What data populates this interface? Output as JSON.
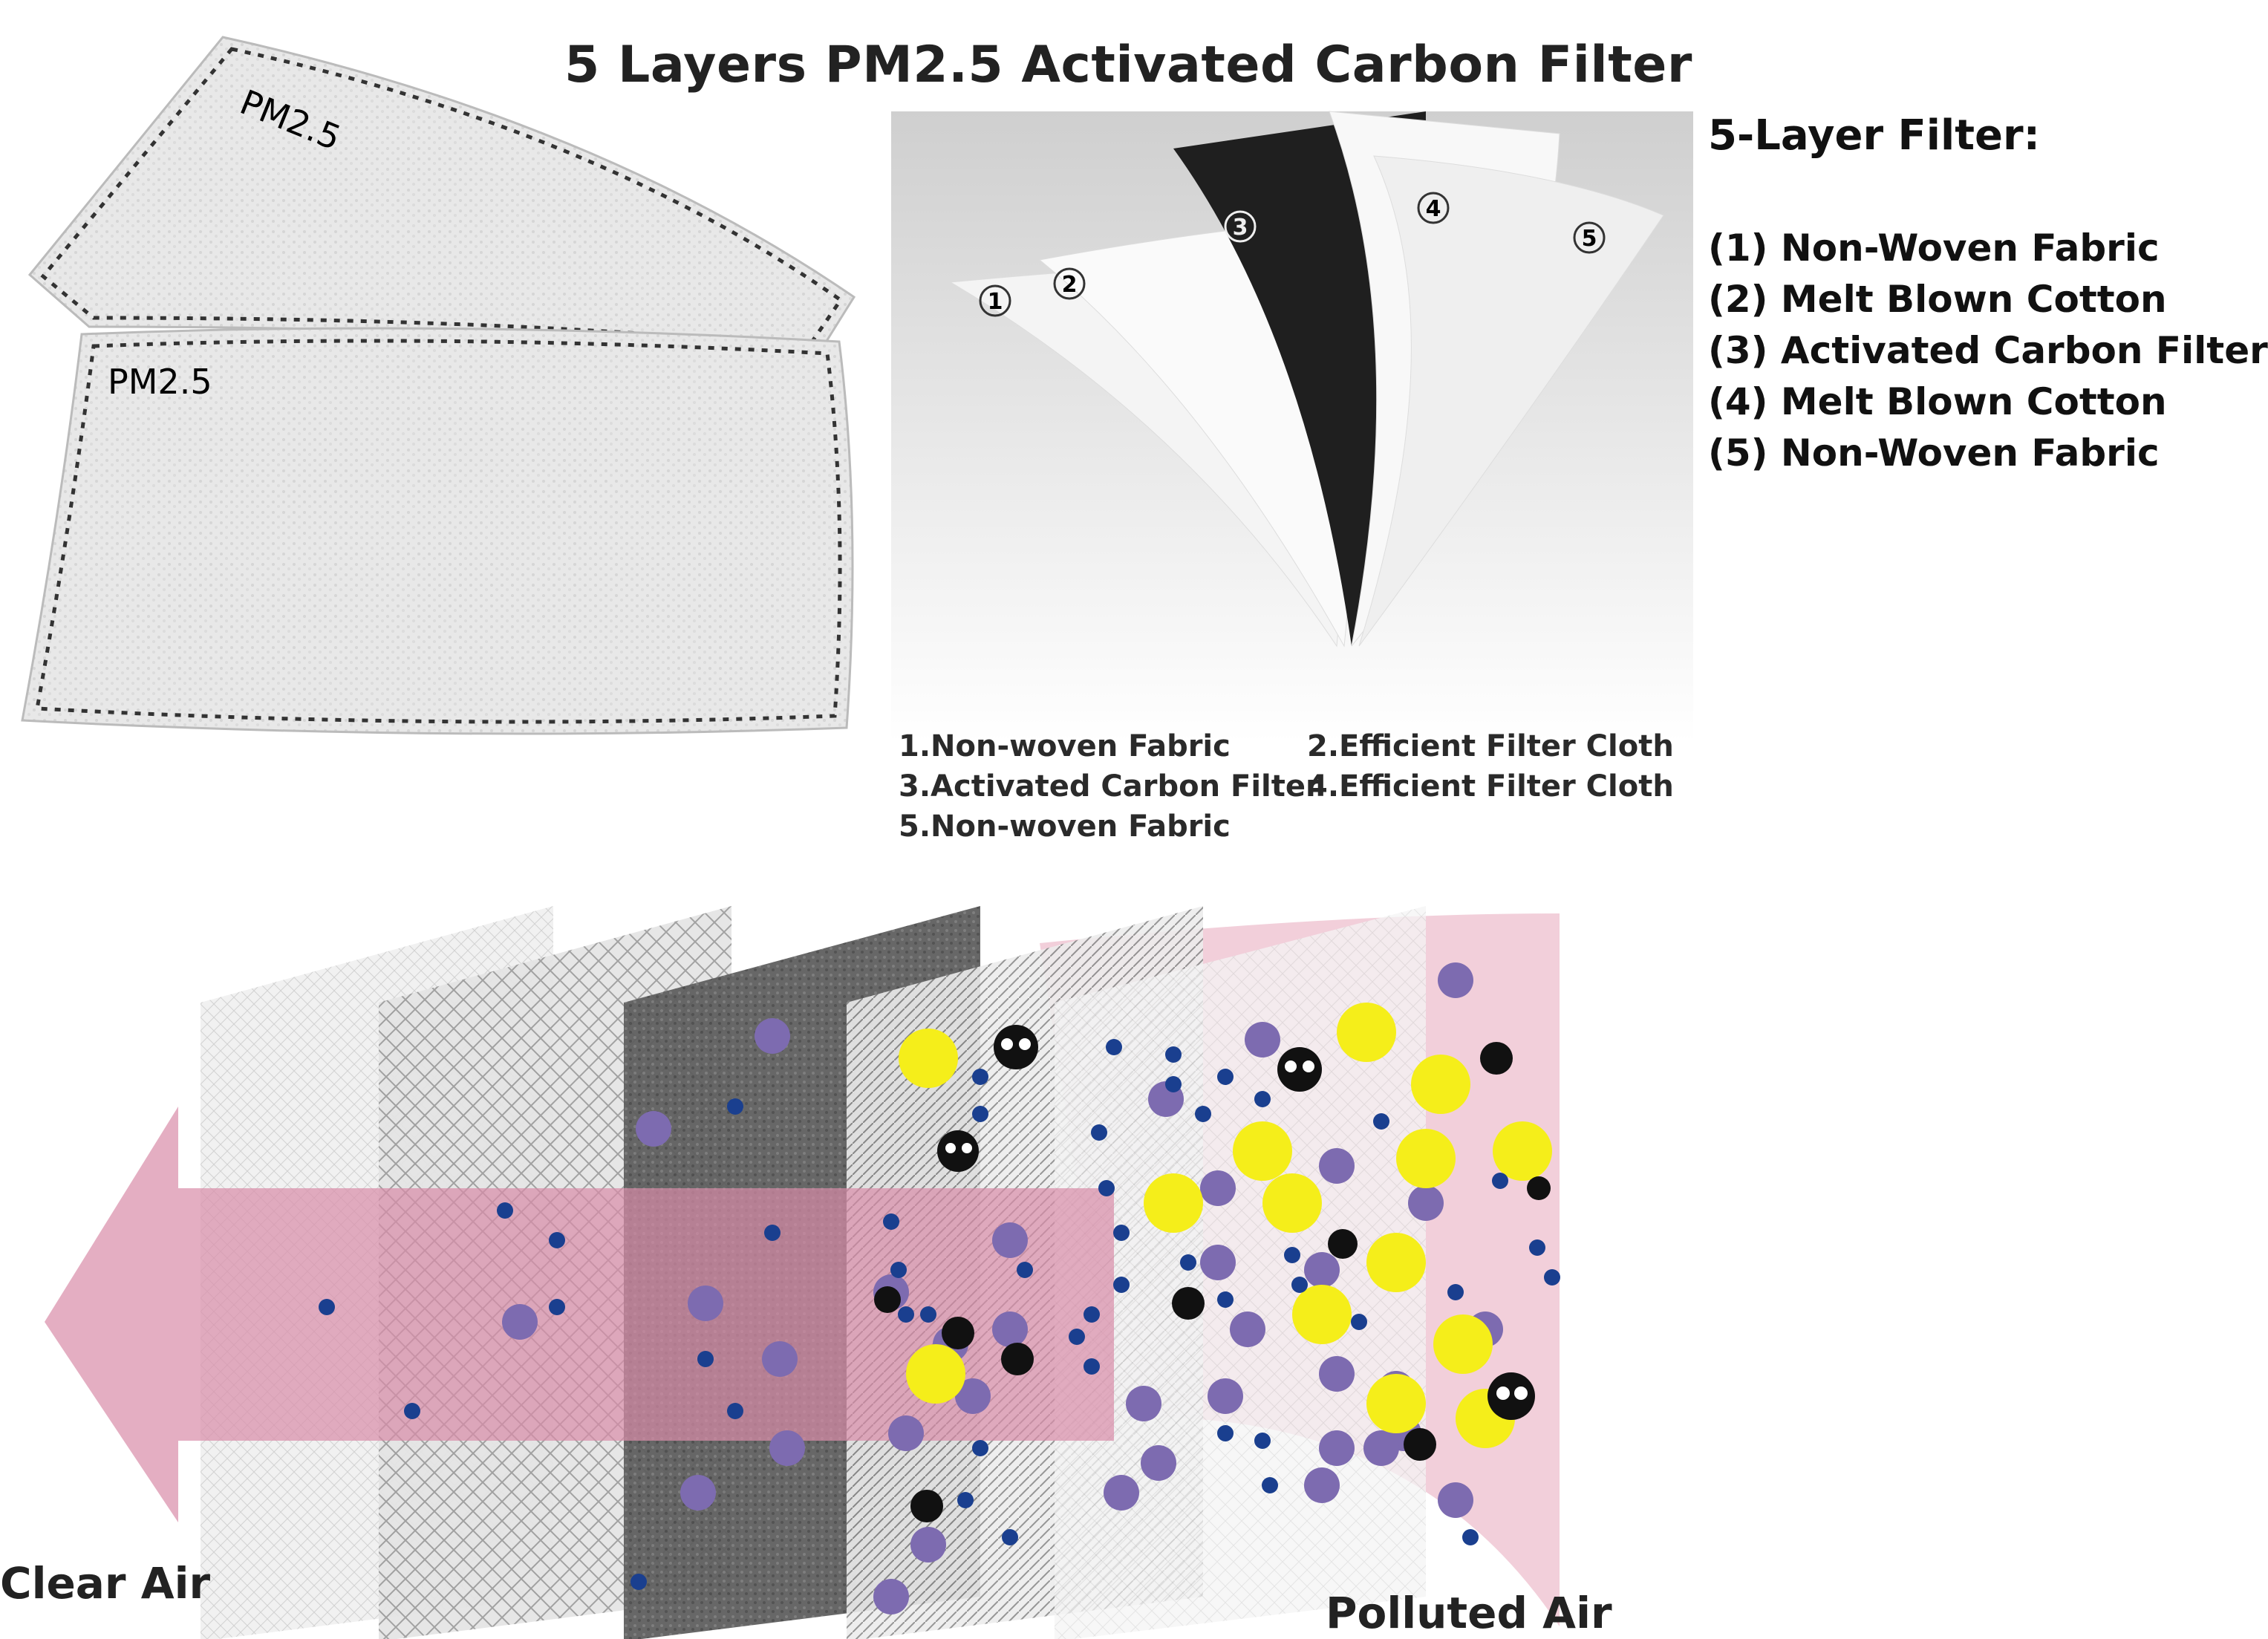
{
  "title": "5 Layers PM2.5 Activated Carbon Filter",
  "filter_pads": {
    "label_1": "PM2.5",
    "label_2": "PM2.5"
  },
  "layer_photo": {
    "badges": [
      "1",
      "2",
      "3",
      "4",
      "5"
    ],
    "legend": {
      "row1_left": "1.Non-woven Fabric",
      "row1_right": "2.Efficient Filter Cloth",
      "row2_left": "3.Activated Carbon Filter",
      "row2_right": "4.Efficient Filter Cloth",
      "row3_left": "5.Non-woven Fabric"
    }
  },
  "side_panel": {
    "heading": "5-Layer Filter:",
    "items": [
      "(1) Non-Woven Fabric",
      "(2) Melt Blown Cotton",
      "(3) Activated Carbon Filter",
      "(4) Melt Blown Cotton",
      "(5) Non-Woven Fabric"
    ]
  },
  "airflow": {
    "clear_label": "Clear Air",
    "polluted_label": "Polluted Air"
  },
  "colors": {
    "arrow_pink": "#d98ca8",
    "particle_purple": "#7d6bb0",
    "particle_yellow": "#f5ee1a",
    "particle_blue": "#1a3f8f",
    "carbon_gray": "#5a5a5a"
  }
}
